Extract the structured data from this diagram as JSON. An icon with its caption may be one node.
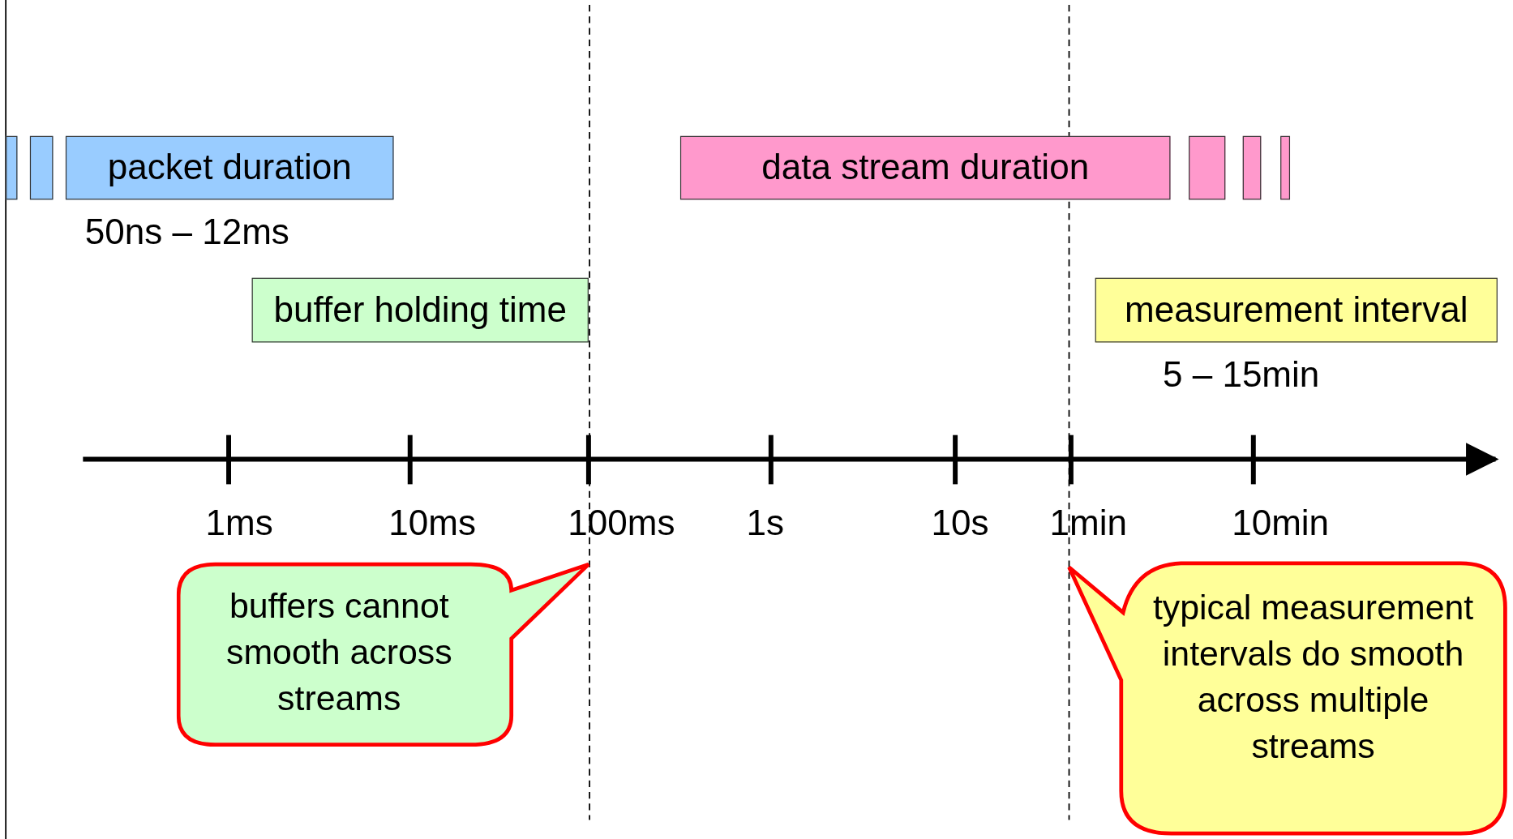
{
  "diagram": {
    "nodes": [
      {
        "text": [],
        "shape": "box"
      },
      {
        "text": [],
        "shape": "box"
      },
      {
        "text": [
          "packet duration"
        ],
        "beside": [
          "50ns – 12ms"
        ]
      },
      {
        "text": [
          "data stream duration"
        ]
      },
      {
        "text": [],
        "shape": "box"
      },
      {
        "text": [],
        "shape": "box"
      },
      {
        "text": [],
        "shape": "box"
      },
      {
        "text": [
          "buffer holding time"
        ]
      },
      {
        "text": [
          "measurement interval"
        ],
        "beside": [
          "5 – 15min"
        ]
      },
      {
        "text": [
          "buffers cannot smooth across streams"
        ]
      },
      {
        "text": [
          "typical measurement intervals do smooth across multiple streams"
        ]
      }
    ],
    "edges": [],
    "labels": [
      "1ms",
      "10ms",
      "100ms",
      "1s",
      "10s",
      "1min",
      "10min"
    ]
  }
}
